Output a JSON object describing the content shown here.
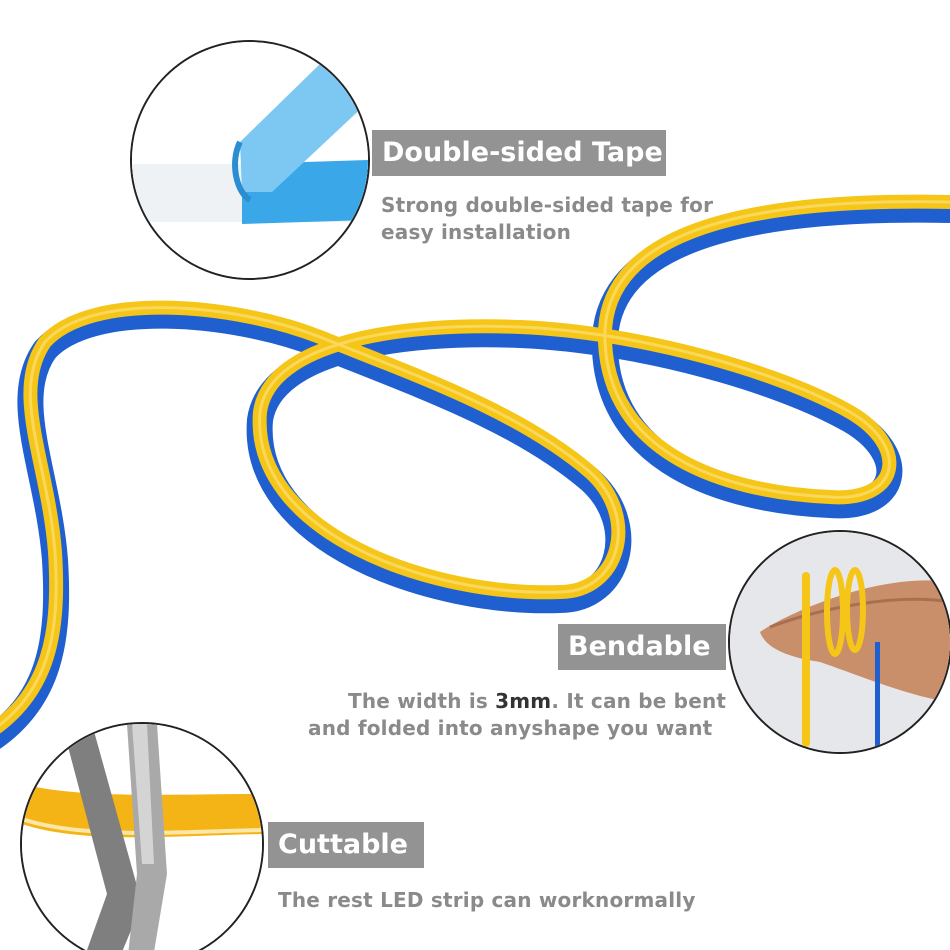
{
  "features": {
    "tape": {
      "title": "Double-sided Tape",
      "lines": [
        "Strong double-sided tape for",
        "easy installation"
      ]
    },
    "bend": {
      "title": "Bendable",
      "line1_pre": "The width is ",
      "line1_em": "3mm",
      "line1_post": ". It can be bent",
      "line2": "and folded into anyshape you want"
    },
    "cut": {
      "title": "Cuttable",
      "line": "The rest LED strip can worknormally"
    }
  },
  "colors": {
    "strip_yellow": "#F5C518",
    "strip_blue": "#1F5FD0",
    "tape_blue": "#3AA8E8",
    "label_gray": "#939393",
    "desc_gray": "#8A8A8A"
  }
}
